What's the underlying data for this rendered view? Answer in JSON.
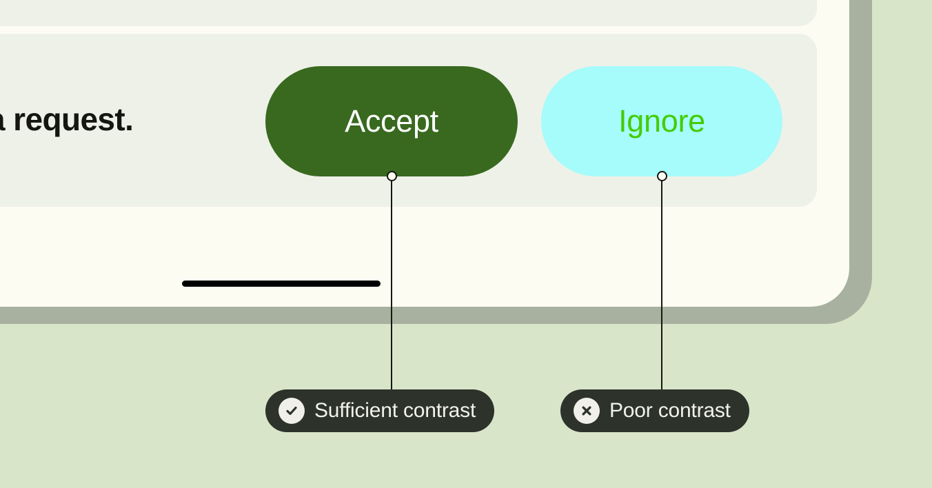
{
  "figure": {
    "type": "annotated-ui-contrast-example",
    "background_color": "#d9e5c9"
  },
  "device": {
    "surface_color": "#fdfcf3",
    "shadow_color": "#a8b1a0",
    "card_color": "#eef1e8"
  },
  "content": {
    "request_text": "a request.",
    "rule_color": "#000000"
  },
  "buttons": [
    {
      "label": "Accept",
      "background": "#38691f",
      "text_color": "#ffffff",
      "contrast": "sufficient"
    },
    {
      "label": "Ignore",
      "background": "#a6fbfb",
      "text_color": "#44cc02",
      "contrast": "poor"
    }
  ],
  "annotations": [
    {
      "label": "Sufficient contrast",
      "icon": "check-circle-icon",
      "pill_color": "#2d322b",
      "text_color": "#f2f2ec"
    },
    {
      "label": "Poor contrast",
      "icon": "x-circle-icon",
      "pill_color": "#2d322b",
      "text_color": "#f2f2ec"
    }
  ]
}
